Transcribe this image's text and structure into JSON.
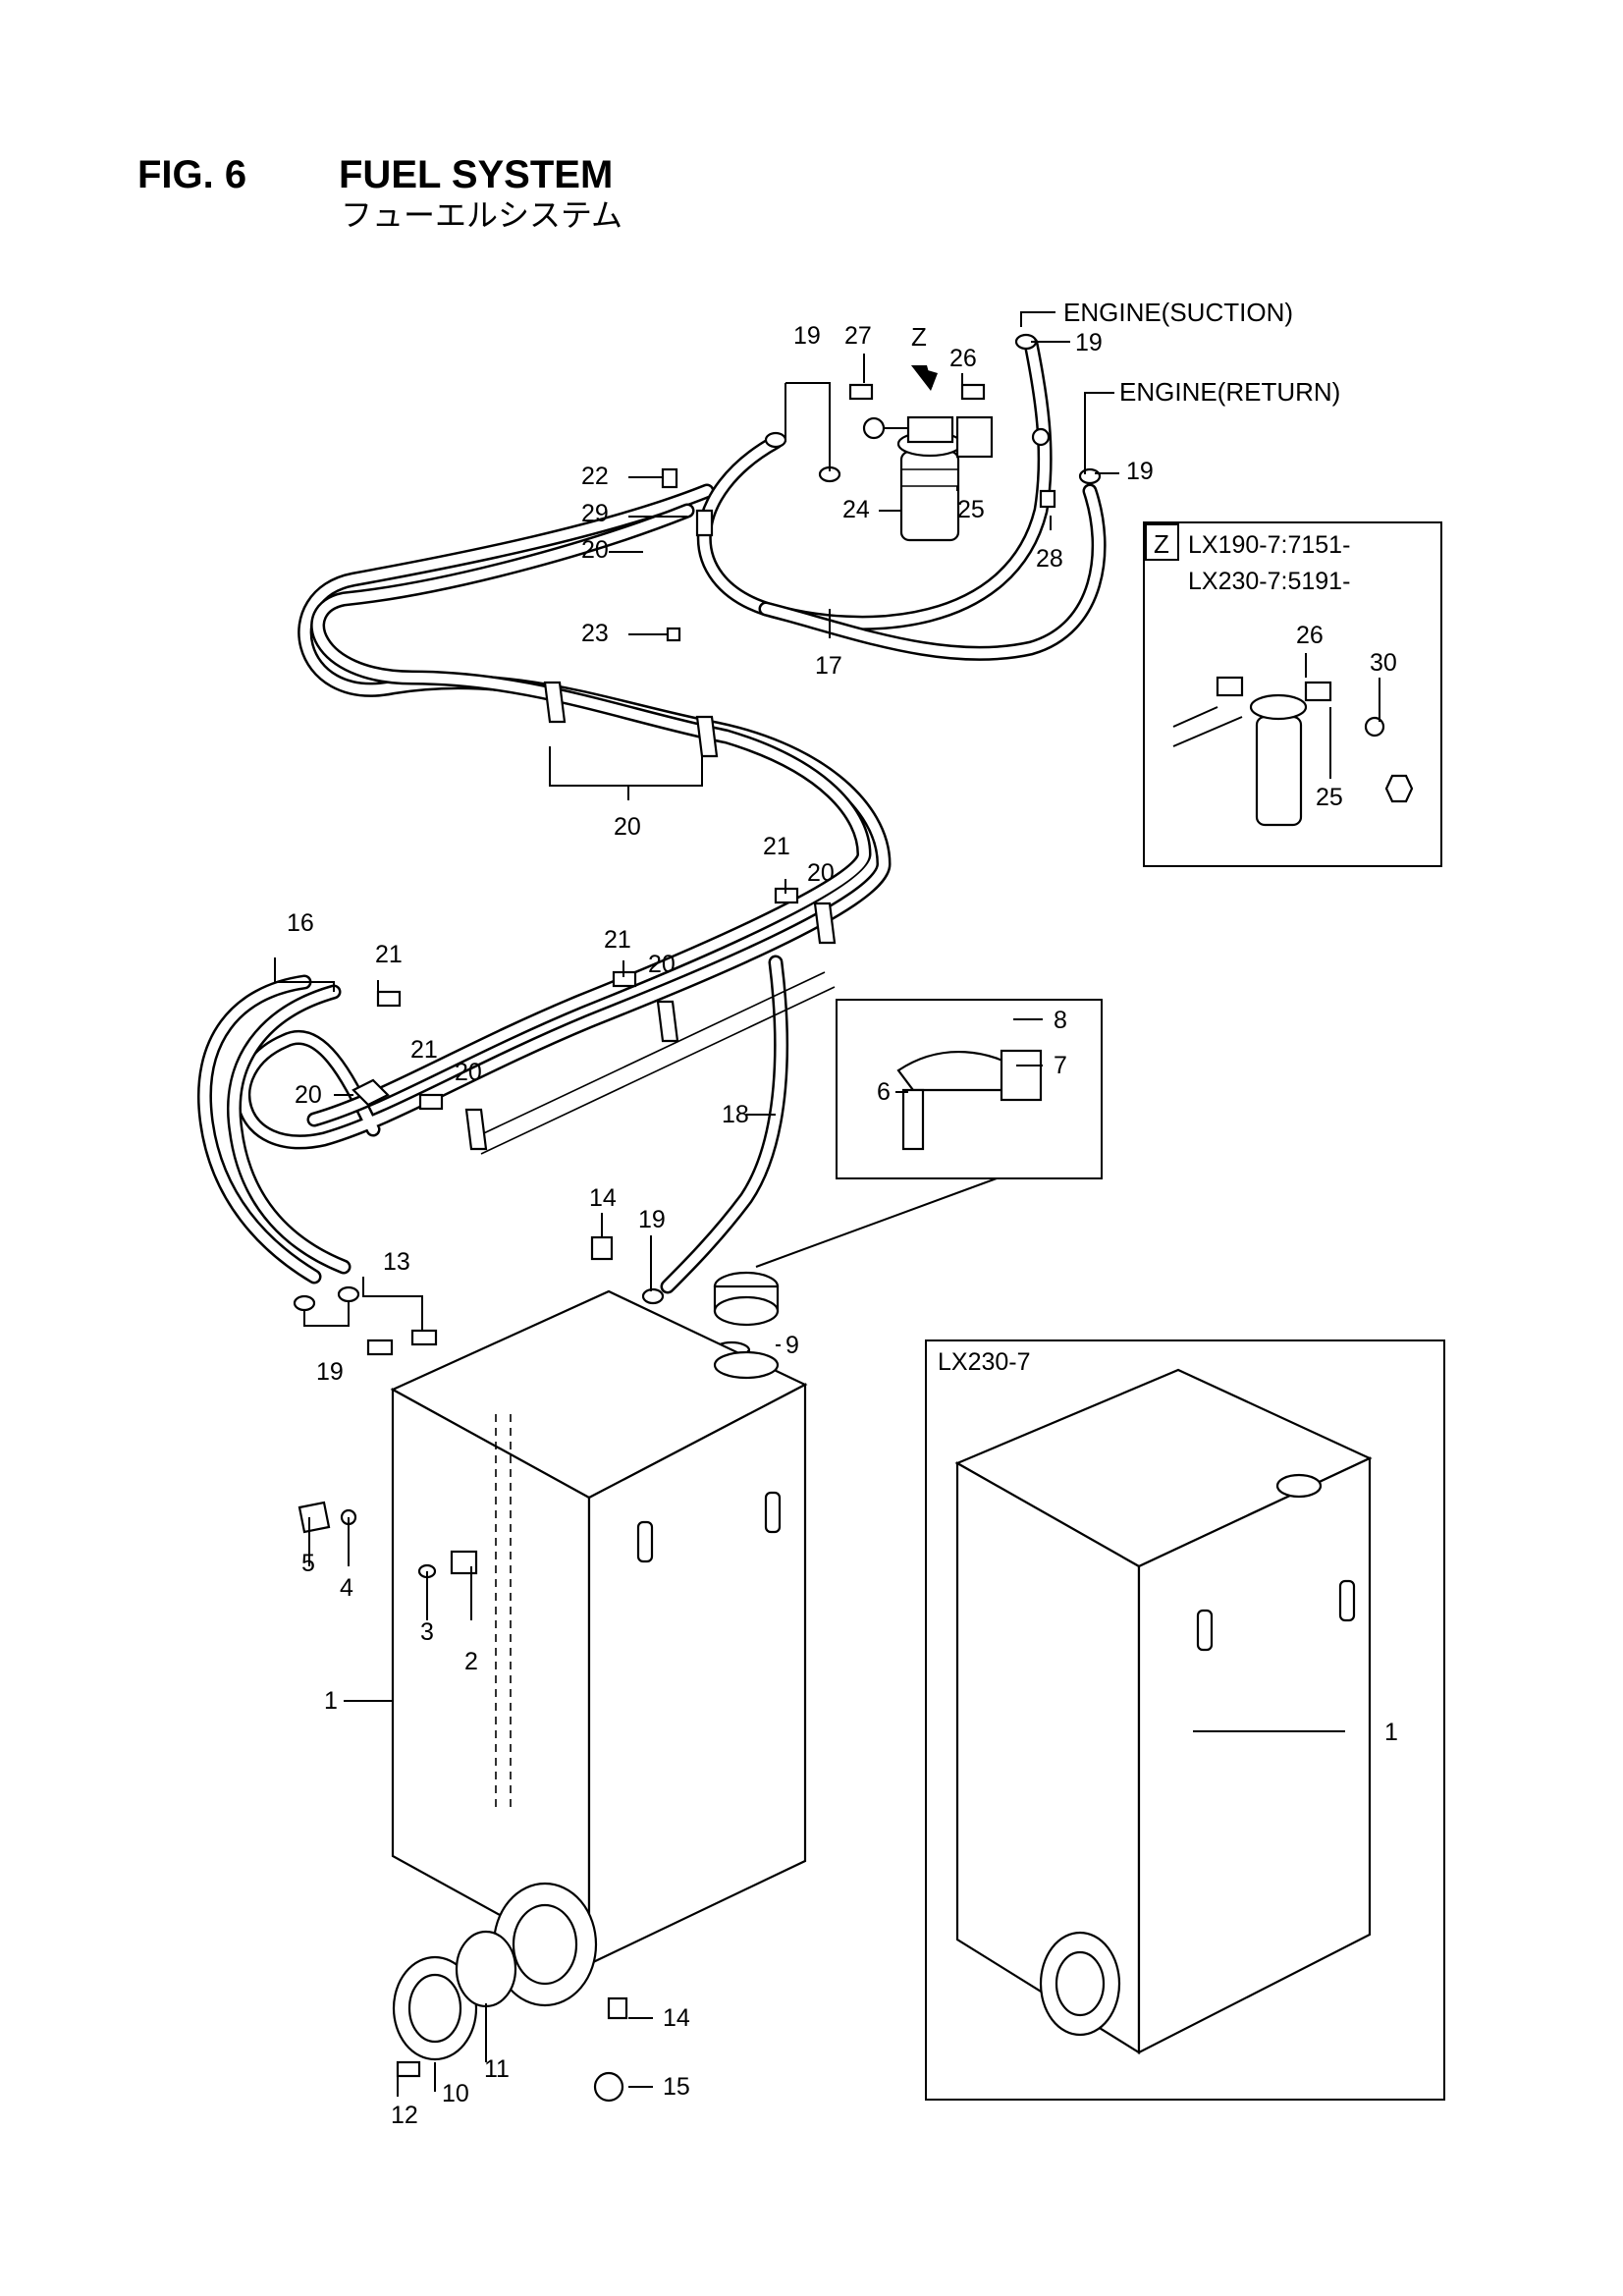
{
  "figure": {
    "number": "FIG. 6",
    "title": "FUEL SYSTEM",
    "subtitle": "フューエルシステム"
  },
  "callouts": {
    "engine_suction": "ENGINE(SUCTION)",
    "engine_return": "ENGINE(RETURN)",
    "view_z": "Z"
  },
  "inset_z": {
    "tag": "Z",
    "line1": "LX190-7:7151-",
    "line2": "LX230-7:5191-"
  },
  "inset_tank": {
    "tag": "LX230-7"
  },
  "parts": {
    "p1": "1",
    "p2": "2",
    "p3": "3",
    "p4": "4",
    "p5": "5",
    "p6": "6",
    "p7": "7",
    "p8": "8",
    "p9": "9",
    "p10": "10",
    "p11": "11",
    "p12": "12",
    "p13": "13",
    "p14": "14",
    "p15": "15",
    "p16": "16",
    "p17": "17",
    "p18": "18",
    "p19": "19",
    "p20": "20",
    "p21": "21",
    "p22": "22",
    "p23": "23",
    "p24": "24",
    "p25": "25",
    "p26": "26",
    "p27": "27",
    "p28": "28",
    "p29": "29",
    "p30": "30"
  }
}
